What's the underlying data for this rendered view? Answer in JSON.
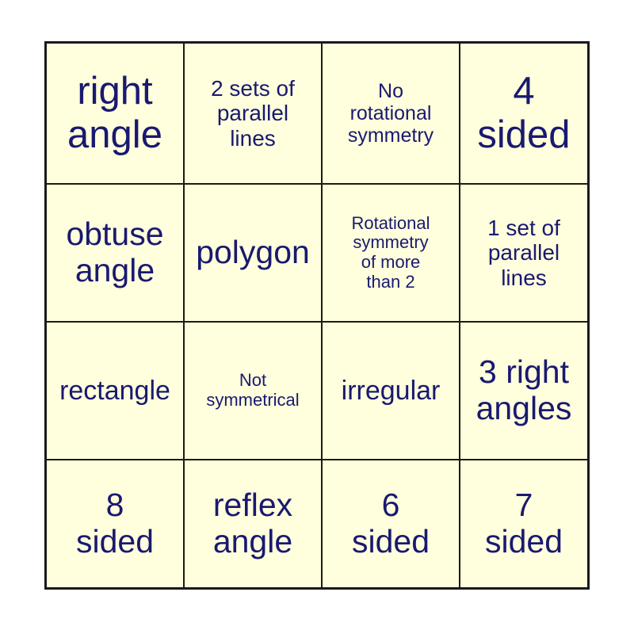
{
  "card": {
    "kind": "bingo-card",
    "columns": 4,
    "rows": 4,
    "colors": {
      "page_background": "#FFFFFF",
      "cell_background": "#FFFFDD",
      "text": "#191970",
      "border": "#1A1A1A"
    },
    "cells": [
      {
        "text": "right\nangle",
        "size": "xl"
      },
      {
        "text": "2 sets of\nparallel\nlines",
        "size": "sm"
      },
      {
        "text": "No\nrotational\nsymmetry",
        "size": "xs"
      },
      {
        "text": "4\nsided",
        "size": "xl"
      },
      {
        "text": "obtuse\nangle",
        "size": "lg"
      },
      {
        "text": "polygon",
        "size": "lg"
      },
      {
        "text": "Rotational\nsymmetry\nof more\nthan 2",
        "size": "xxs"
      },
      {
        "text": "1 set of\nparallel\nlines",
        "size": "sm"
      },
      {
        "text": "rectangle",
        "size": "md"
      },
      {
        "text": "Not\nsymmetrical",
        "size": "xxs"
      },
      {
        "text": "irregular",
        "size": "md"
      },
      {
        "text": "3 right\nangles",
        "size": "lg"
      },
      {
        "text": "8\nsided",
        "size": "lg"
      },
      {
        "text": "reflex\nangle",
        "size": "lg"
      },
      {
        "text": "6\nsided",
        "size": "lg"
      },
      {
        "text": "7\nsided",
        "size": "lg"
      }
    ]
  }
}
